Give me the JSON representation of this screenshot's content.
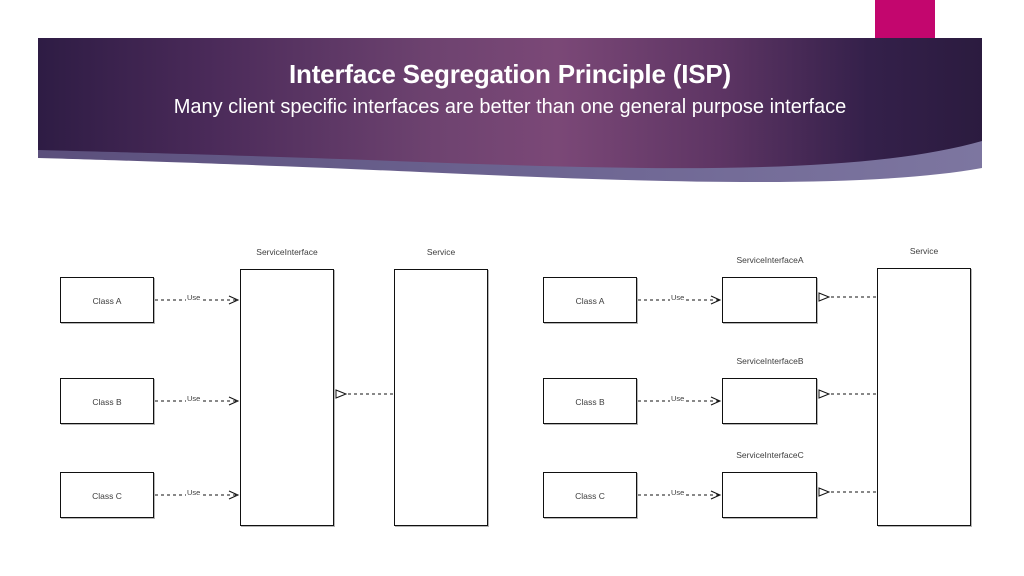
{
  "slide": {
    "background_color": "#ffffff",
    "banner": {
      "title": "Interface Segregation Principle (ISP)",
      "subtitle": "Many client specific interfaces are better than one general purpose interface",
      "accent_bar_color": "#c3066e",
      "gradient_dark": "#2b1b3f",
      "gradient_mid": "#7b4877",
      "swoosh_color": "#6f6794",
      "text_color": "#ffffff"
    }
  },
  "diagram": {
    "edge_label_use": "Use",
    "stroke_color": "#111111",
    "left_example": {
      "caption_interface": "ServiceInterface",
      "caption_service": "Service",
      "clients": [
        "Class A",
        "Class B",
        "Class C"
      ]
    },
    "right_example": {
      "caption_service": "Service",
      "clients": [
        "Class A",
        "Class B",
        "Class C"
      ],
      "interfaces": [
        "ServiceInterfaceA",
        "ServiceInterfaceB",
        "ServiceInterfaceC"
      ]
    }
  }
}
